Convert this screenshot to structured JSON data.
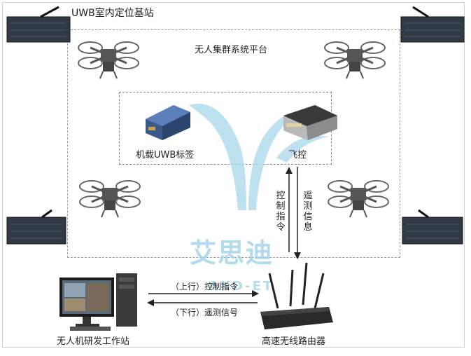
{
  "title": "UWB室内定位基站",
  "platform": {
    "label": "无人集群系统平台"
  },
  "onboard": {
    "uwb_tag_label": "机载UWB标签",
    "flight_controller_label": "飞控"
  },
  "vertical_links": {
    "control_label": "控制指令",
    "telemetry_label": "遥测信息"
  },
  "horizontal_links": {
    "uplink_label": "（上行）控制指令",
    "downlink_label": "（下行）遥测信号"
  },
  "workstation": {
    "label": "无人机研发工作站"
  },
  "router": {
    "label": "高速无线路由器"
  },
  "watermark": {
    "text": "艾思迪",
    "subtext": "AKD-ET"
  },
  "colors": {
    "watermark": "#9fd3ea",
    "arrow": "#222222",
    "dashed_border": "#9a9a9a"
  }
}
